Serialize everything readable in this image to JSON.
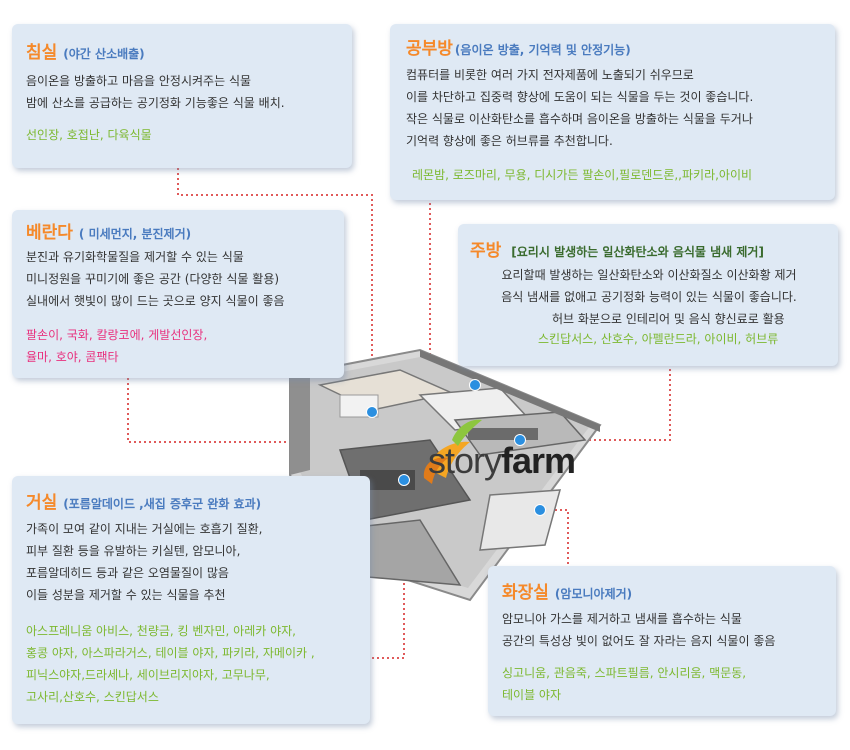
{
  "colors": {
    "accent_orange": "#f5892a",
    "subtitle_blue": "#4a7bbf",
    "plant_green": "#7cb82f",
    "plant_pink": "#e8317e",
    "marker_blue": "#2b8fe0",
    "card_bg": "#dfe9f4"
  },
  "bedroom": {
    "title": "침실",
    "subtitle": "(야간 산소배출)",
    "lines": [
      "음이온을 방출하고 마음을 안정시켜주는 식물",
      "밤에 산소를 공급하는 공기정화 기능좋은  식물 배치."
    ],
    "plants": [
      "선인장, 호접난, 다육식물"
    ]
  },
  "study": {
    "title": "공부방",
    "subtitle": "(음이온 방출, 기억력 및 안정기능)",
    "lines": [
      "컴퓨터를 비롯한 여러 가지 전자제품에 노출되기 쉬우므로",
      "이를 차단하고 집중력 향상에 도움이 되는 식물을 두는 것이 좋습니다.",
      "작은 식물로 이산화탄소를 흡수하며 음이온을 방출하는 식물을 두거나",
      "기억력 향상에 좋은 허브류를 추천합니다."
    ],
    "plants": [
      "레몬밤, 로즈마리, 무용, 디시가든 팔손이,필로덴드론,,파키라,아이비"
    ]
  },
  "veranda": {
    "title": "베란다",
    "subtitle": "( 미세먼지, 분진제거)",
    "lines": [
      "분진과 유기화학물질을 제거할 수 있는 식물",
      "미니정원을 꾸미기에 좋은 공간 (다양한 식물 활용)",
      "실내에서 햇빛이 많이 드는 곳으로 양지 식물이  좋음"
    ],
    "plants": [
      "팔손이, 국화, 칼랑코에, 게발선인장,",
      "율마, 호야, 콤팩타"
    ]
  },
  "kitchen": {
    "title": "주방",
    "subtitle": "[요리시 발생하는 일산화탄소와 음식물 냄새 제거]",
    "lines": [
      "요리할때 발생하는 일산화탄소와 이산화질소 이산화황 제거",
      "음식 냄새를 없애고 공기정화 능력이 있는 식물이 좋습니다.",
      "허브  화분으로 인테리어 및 음식 향신료로  활용"
    ],
    "plants": [
      "스킨답서스, 산호수, 아펠란드라, 아이비, 허브류"
    ]
  },
  "living": {
    "title": "거실",
    "subtitle": "(포름알데이드 ,새집 증후군 완화 효과)",
    "lines": [
      "가족이 모여 같이 지내는 거실에는 호흡기 질환,",
      "피부 질환 등을 유발하는 키실텐, 암모니아,",
      "포름알데히드 등과 같은 오염물질이 많음",
      "이들 성분을 제거할 수 있는 식물을 추천"
    ],
    "plants": [
      "아스프레니움 아비스, 천량금, 킹 벤자민, 아레카 야자,",
      "홍콩 야자, 아스파라거스, 테이블 야자, 파키라, 자메이카 ,",
      "피닉스야자,드라세나, 세이브리지야자, 고무나무,",
      "고사리,산호수, 스킨답서스"
    ]
  },
  "bathroom": {
    "title": "화장실",
    "subtitle": "(암모니아제거)",
    "lines": [
      "암모니아 가스를 제거하고 냄새를 흡수하는 식물",
      "공간의 특성상 빛이 없어도 잘 자라는 음지 식물이 좋음"
    ],
    "plants": [
      "싱고니움, 관음죽, 스파트필름, 안시리움, 맥문동,",
      "테이블 야자"
    ]
  },
  "logo": {
    "word1": "story",
    "word2": "farm"
  }
}
